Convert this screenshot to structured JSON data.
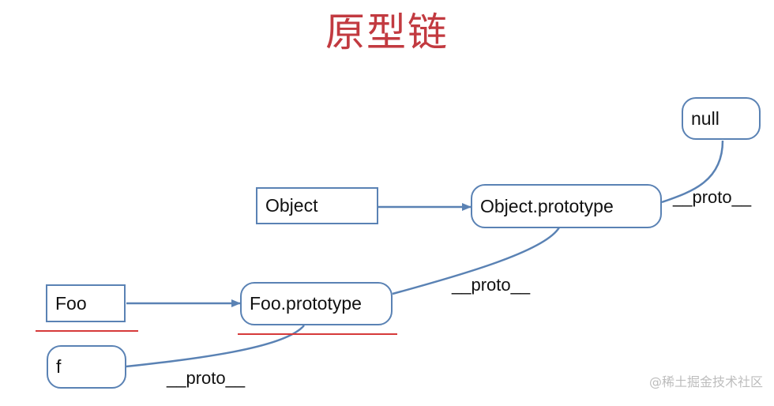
{
  "title": "原型链",
  "nodes": {
    "null": "null",
    "object": "Object",
    "object_prototype": "Object.prototype",
    "foo": "Foo",
    "foo_prototype": "Foo.prototype",
    "f": "f"
  },
  "edge_labels": {
    "object_proto_to_null": "__proto__",
    "foo_proto_to_object_proto": "__proto__",
    "f_to_foo_proto": "__proto__"
  },
  "watermark": "@稀土掘金技术社区",
  "colors": {
    "title": "#c23a40",
    "box_border": "#5a82b4",
    "arrow": "#5a82b4",
    "underline": "#d63a3a"
  }
}
